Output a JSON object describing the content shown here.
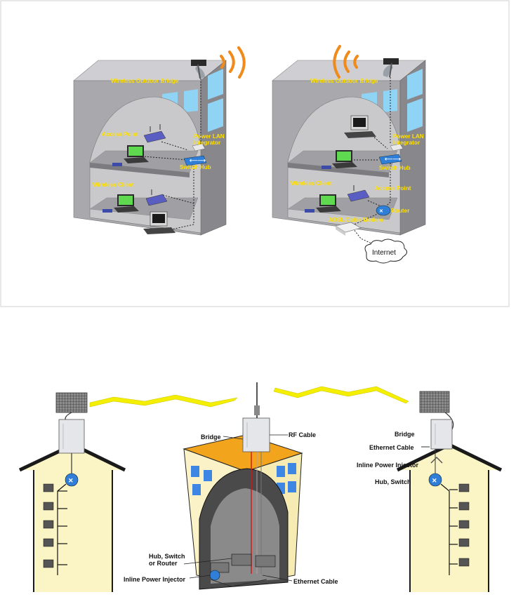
{
  "top_diagram": {
    "left_building": {
      "bridge": "Wireless Outdoor Bridge",
      "access_point": "Access Point",
      "power_lan_1": "Power LAN",
      "power_lan_2": "Integrator",
      "switch_hub": "Switch Hub",
      "wireless_client": "Wireless Client"
    },
    "right_building": {
      "bridge": "Wireless Outdoor Bridge",
      "power_lan_1": "Power LAN",
      "power_lan_2": "Integrator",
      "switch_hub": "Switch Hub",
      "wireless_client": "Wireless Client",
      "access_point": "Access Point",
      "router": "Router",
      "modem": "ADSL/Cable Modem",
      "internet": "Internet"
    }
  },
  "bottom_diagram": {
    "center": {
      "bridge": "Bridge",
      "rf_cable": "RF Cable",
      "hub_1": "Hub, Switch",
      "hub_2": "or Router",
      "injector": "Inline Power Injector",
      "ethernet": "Ethernet Cable"
    },
    "right": {
      "bridge": "Bridge",
      "ethernet": "Ethernet Cable",
      "injector": "Inline Power Injector",
      "hub": "Hub, Switch"
    }
  },
  "colors": {
    "label_yellow": "#ffe000",
    "signal_orange": "#f08a1a",
    "building_gray": "#a9a9ad",
    "house_cream": "#fbf4c4",
    "roof_orange": "#f2a51c",
    "lightning": "#f4ef00"
  }
}
